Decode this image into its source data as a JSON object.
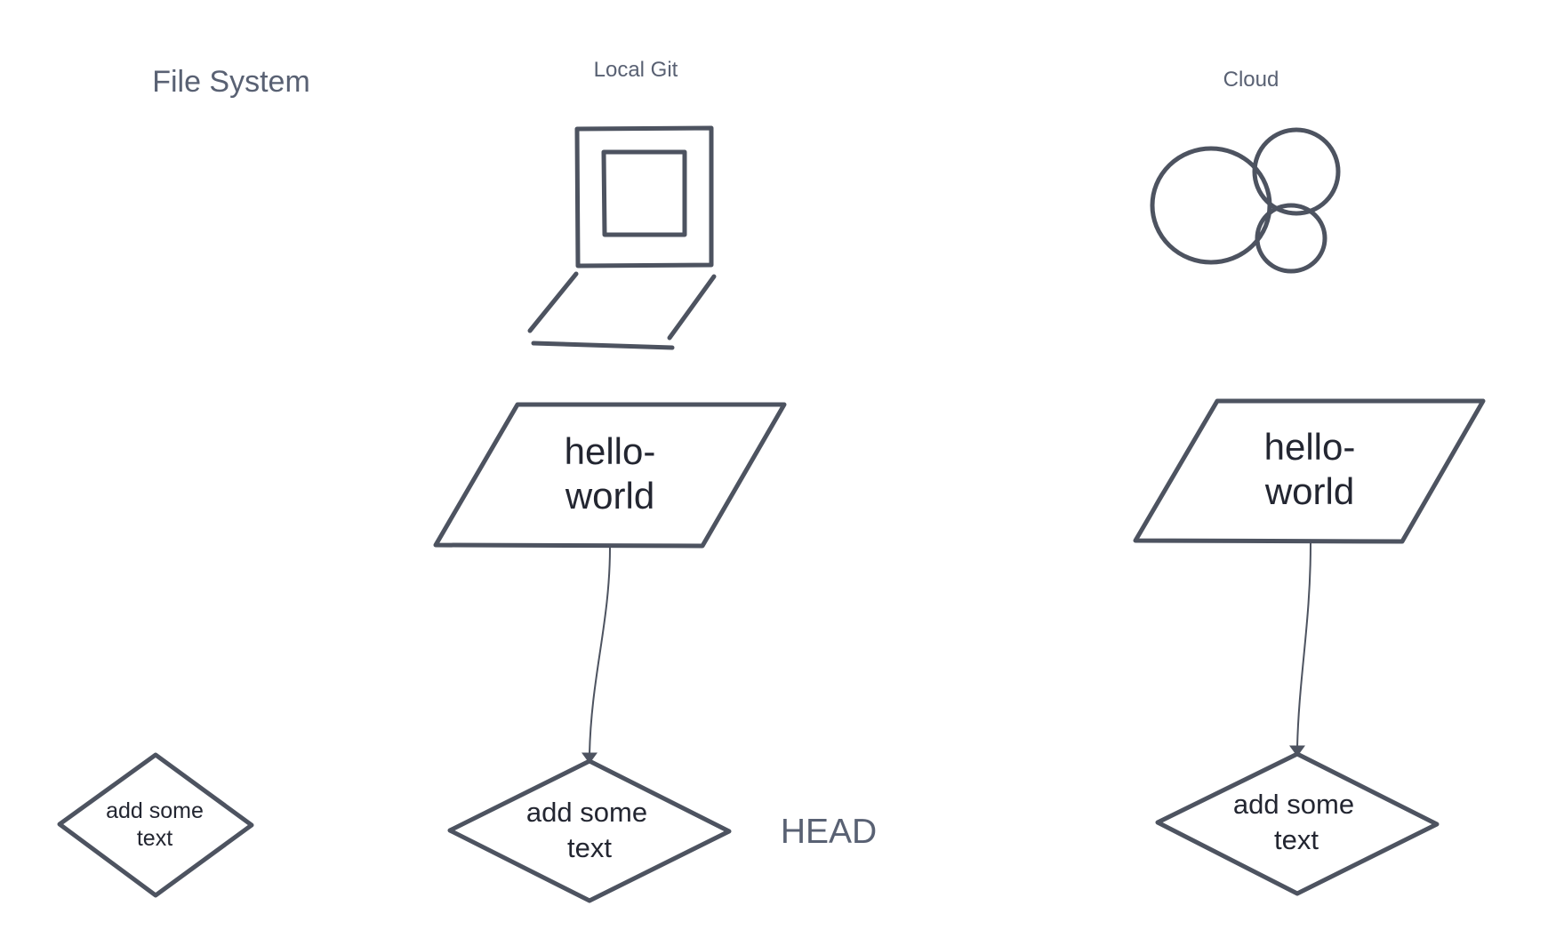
{
  "columns": {
    "filesystem": {
      "title": "File System"
    },
    "local": {
      "title": "Local Git"
    },
    "cloud": {
      "title": "Cloud"
    }
  },
  "filesystem": {
    "node": {
      "line1": "add some",
      "line2": "text"
    }
  },
  "local": {
    "commit": {
      "line1": "hello-",
      "line2": "world"
    },
    "node": {
      "line1": "add some",
      "line2": "text"
    },
    "pointer": "HEAD"
  },
  "cloud": {
    "commit": {
      "line1": "hello-",
      "line2": "world"
    },
    "node": {
      "line1": "add some",
      "line2": "text"
    }
  },
  "icons": {
    "local": "laptop-icon",
    "cloud": "cloud-icon"
  },
  "colors": {
    "stroke": "#4d5360",
    "label": "#596173",
    "text": "#232631",
    "background": "#ffffff"
  }
}
